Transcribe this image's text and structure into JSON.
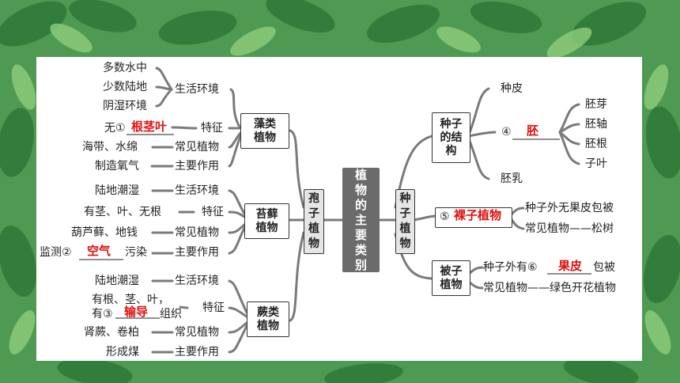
{
  "central": "植物的主要类别",
  "spore": {
    "title": "孢子植物",
    "algae": {
      "title": "藻类植物",
      "habitat_label": "生活环境",
      "habitats": [
        "多数水中",
        "少数陆地",
        "阴湿环境"
      ],
      "feature_label": "特征",
      "feature_prefix": "无①",
      "feature_answer": "根茎叶",
      "common_label": "常见植物",
      "common": "海带、水绵",
      "role_label": "主要作用",
      "role": "制造氧气"
    },
    "moss": {
      "title": "苔藓植物",
      "habitat_label": "生活环境",
      "habitat": "陆地潮湿",
      "feature_label": "特征",
      "feature": "有茎、叶、无根",
      "common_label": "常见植物",
      "common": "葫芦藓、地钱",
      "role_label": "主要作用",
      "role_prefix": "监测②",
      "role_answer": "空气",
      "role_suffix": "污染"
    },
    "fern": {
      "title": "蕨类植物",
      "habitat_label": "生活环境",
      "habitat": "陆地潮湿",
      "feature_label": "特征",
      "feature_line1": "有根、茎、叶，",
      "feature_prefix": "有③",
      "feature_answer": "输导",
      "feature_suffix": "组织",
      "common_label": "常见植物",
      "common": "肾蕨、卷柏",
      "role_label": "主要作用",
      "role": "形成煤"
    }
  },
  "seed": {
    "title": "种子植物",
    "structure": {
      "title": "种子的结构",
      "coat": "种皮",
      "embryo_prefix": "④",
      "embryo_answer": "胚",
      "embryo_parts": [
        "胚芽",
        "胚轴",
        "胚根",
        "子叶"
      ],
      "endosperm": "胚乳"
    },
    "gymno": {
      "prefix": "⑤",
      "answer": "裸子植物",
      "feature": "种子外无果皮包被",
      "common": "常见植物——松树"
    },
    "angio": {
      "title": "被子植物",
      "feature_prefix": "种子外有⑥",
      "feature_answer": "果皮",
      "feature_suffix": "包被",
      "common": "常见植物——绿色开花植物"
    }
  }
}
